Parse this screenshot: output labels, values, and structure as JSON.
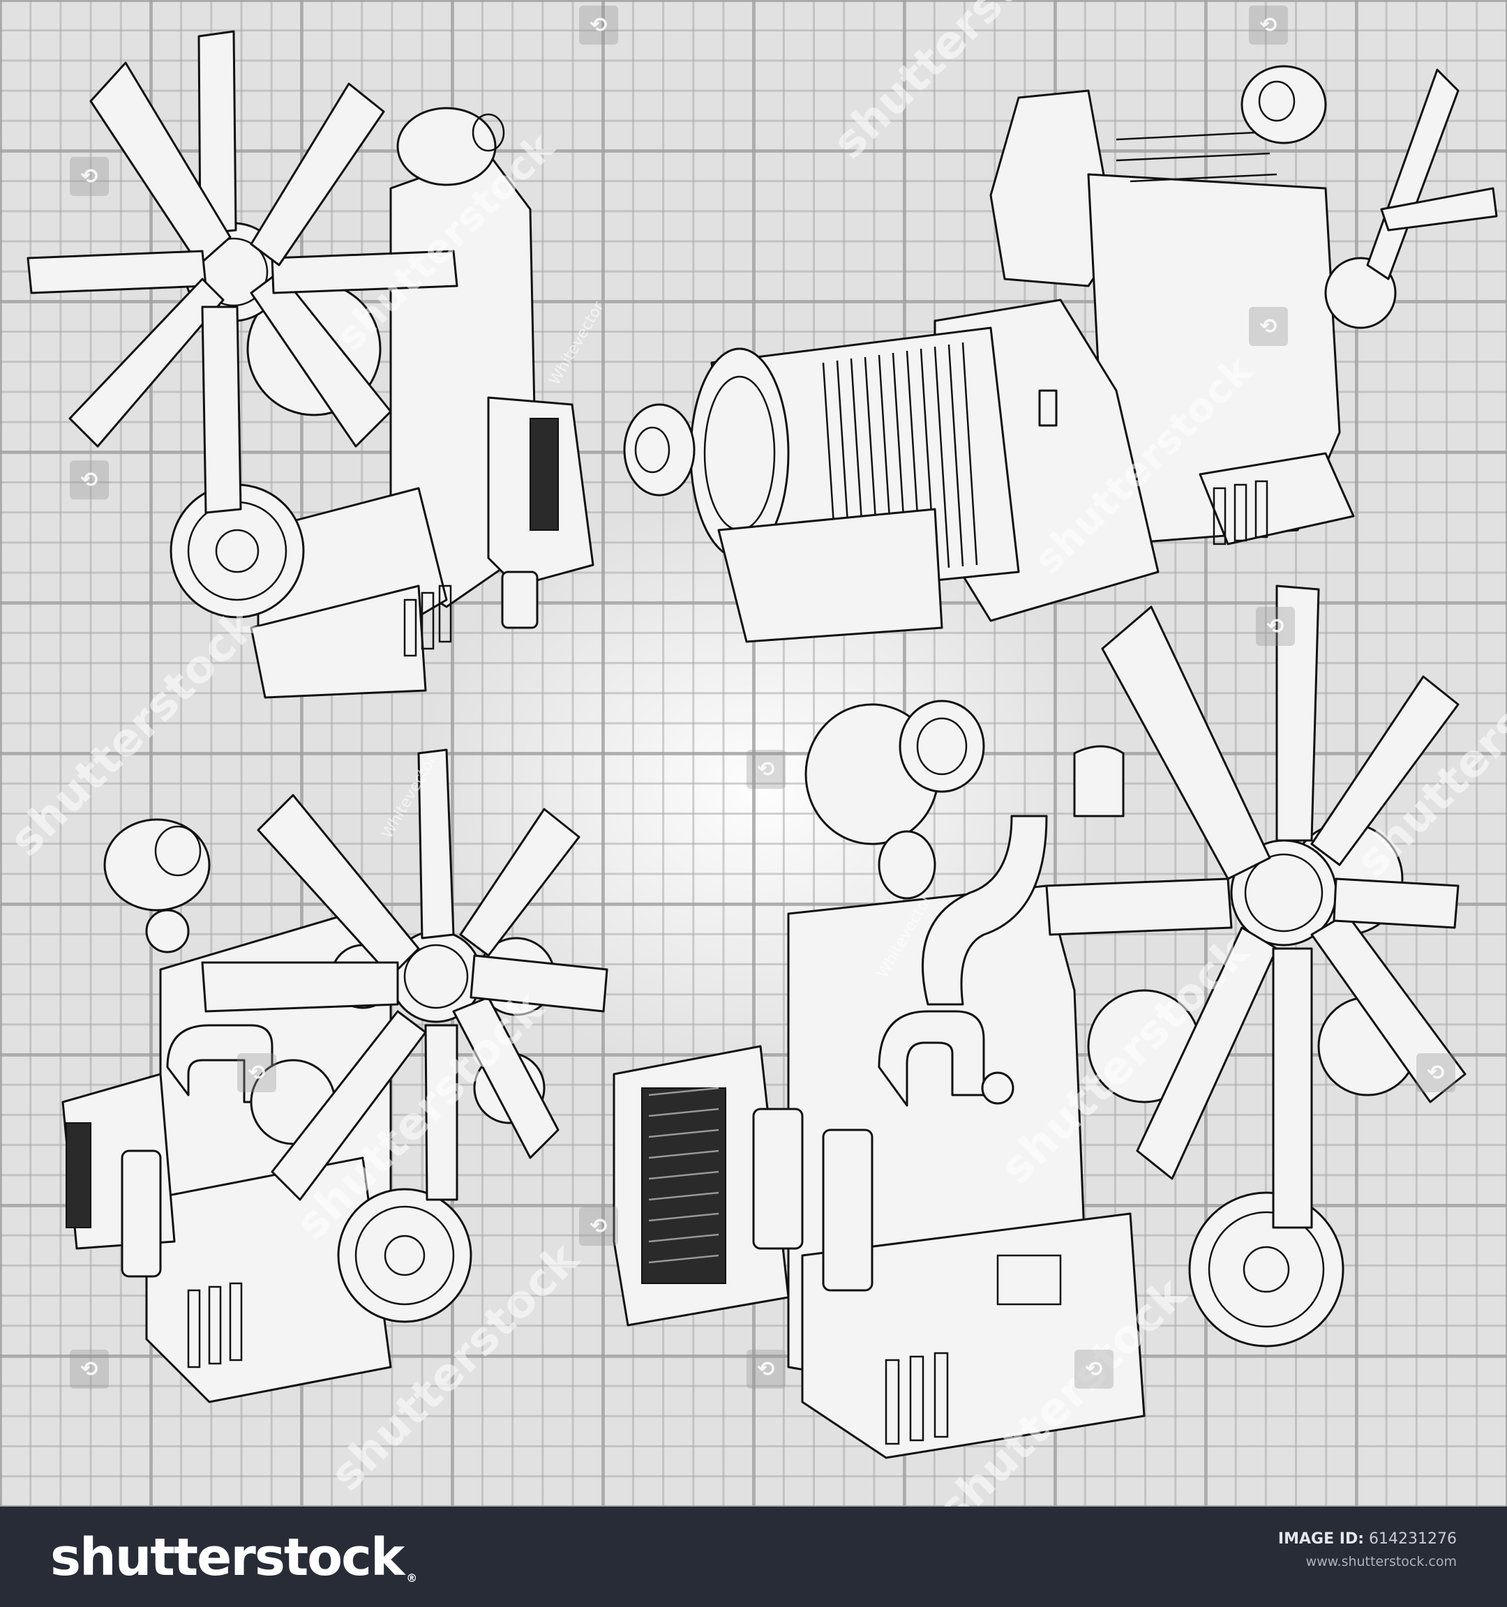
{
  "illustration": {
    "subject": "four diesel engine line drawings on graph paper",
    "background_color": "#e1e1e1",
    "grid_color": "#aaaaaa",
    "line_color": "#111111",
    "engines": [
      {
        "position": "top-left",
        "features": [
          "cooling-fan",
          "crank-pulley",
          "turbocharger",
          "oil-pan"
        ]
      },
      {
        "position": "top-right",
        "features": [
          "generator",
          "turbocharger",
          "engine-block",
          "fan"
        ]
      },
      {
        "position": "bottom-left",
        "features": [
          "turbocharger",
          "cooling-fan",
          "crank-pulley",
          "oil-pan",
          "intake-pipes"
        ]
      },
      {
        "position": "bottom-right",
        "features": [
          "turbocharger",
          "cooling-fan",
          "crank-pulley",
          "generator",
          "oil-pan",
          "intake-pipes"
        ]
      }
    ]
  },
  "watermarks": {
    "brand_text": "shutterstock",
    "contributor_text": "Whitevector",
    "badge_glyph": "⟲"
  },
  "footer": {
    "logo_text": "shutterstock",
    "logo_mark": "®",
    "image_id_label": "IMAGE ID:",
    "image_id_value": "614231276",
    "url": "www.shutterstock.com",
    "background_color": "#272c37"
  }
}
